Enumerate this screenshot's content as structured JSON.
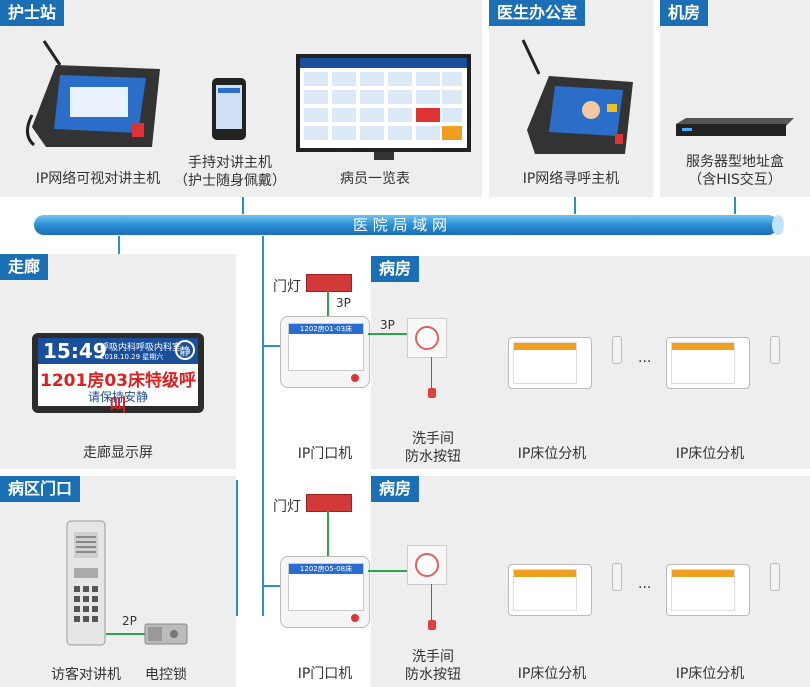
{
  "nurse_station": {
    "title": "护士站",
    "device1_label": "IP网络可视对讲主机",
    "device2_label_line1": "手持对讲主机",
    "device2_label_line2": "（护士随身佩戴）",
    "device3_label": "病员一览表"
  },
  "doctor_office": {
    "title": "医生办公室",
    "device_label": "IP网络寻呼主机"
  },
  "machine_room": {
    "title": "机房",
    "device_label_line1": "服务器型地址盒",
    "device_label_line2": "（含HIS交互）"
  },
  "network": {
    "label": "医 院 局 域 网"
  },
  "corridor": {
    "title": "走廊",
    "device_label": "走廊显示屏",
    "display": {
      "time": "15:49",
      "ward": "呼吸内科呼吸内科室",
      "date": "2018.10.29  星期六",
      "quiet_badge": "静",
      "call_text": "1201房03床特级呼叫",
      "quiet_text": "请保持安静"
    }
  },
  "ward_entrance": {
    "title": "病区门口",
    "intercom_label": "访客对讲机",
    "lock_label": "电控锁",
    "wire_label": "2P"
  },
  "ward1": {
    "title": "病房",
    "door_lamp_label": "门灯",
    "lamp_wire": "3P",
    "button_wire": "3P",
    "door_screen_text": "1202房01-03床",
    "door_unit_label": "IP门口机",
    "button_label_line1": "洗手间",
    "button_label_line2": "防水按钮",
    "bed_label_a": "IP床位分机",
    "bed_label_b": "IP床位分机",
    "ellipsis": "..."
  },
  "ward2": {
    "title": "病房",
    "door_lamp_label": "门灯",
    "door_screen_text": "1202房05-08床",
    "door_unit_label": "IP门口机",
    "button_label_line1": "洗手间",
    "button_label_line2": "防水按钮",
    "bed_label_a": "IP床位分机",
    "bed_label_b": "IP床位分机",
    "ellipsis": "..."
  },
  "colors": {
    "header_blue": "#1b6fb5",
    "network_blue": "#2b8fd6",
    "alert_red": "#e02020"
  }
}
